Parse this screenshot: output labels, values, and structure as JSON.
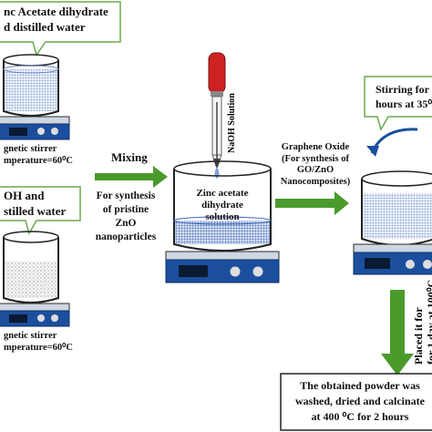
{
  "beaker1": {
    "callout": [
      "nc Acetate dihydrate",
      "d distilled water"
    ],
    "stirrer": [
      "gnetic stirrer",
      "mperature=60⁰C"
    ]
  },
  "beaker2": {
    "callout": [
      "OH and",
      "stilled water"
    ],
    "stirrer": [
      "gnetic stirrer",
      "mperature=60⁰C"
    ]
  },
  "mixing": {
    "label": "Mixing",
    "note": [
      "For synthesis",
      "of pristine",
      "ZnO",
      "nanoparticles"
    ]
  },
  "center_beaker": {
    "solution": [
      "Zinc acetate",
      "dihydrate",
      "solution"
    ],
    "dropper_label": "NaOH Solution"
  },
  "graphene_step": {
    "label": [
      "Graphene Oxide",
      "(For synthesis of",
      "GO/ZnO",
      "Nanocomposites)"
    ]
  },
  "stirring_callout": [
    "Stirring for",
    "hours at 35⁰"
  ],
  "aging_label": [
    "Placed it for",
    "for 1 day at 100⁰C"
  ],
  "final_box": [
    "The obtained powder was",
    "washed, dried and calcinate",
    "at 400 ⁰C for 2 hours"
  ],
  "colors": {
    "arrow": "#4a9a2c",
    "liquid": "#3f66b8",
    "stirrer": "#1b4f9e",
    "callout_border": "#6aa84f",
    "dropper": "#cc2222"
  }
}
